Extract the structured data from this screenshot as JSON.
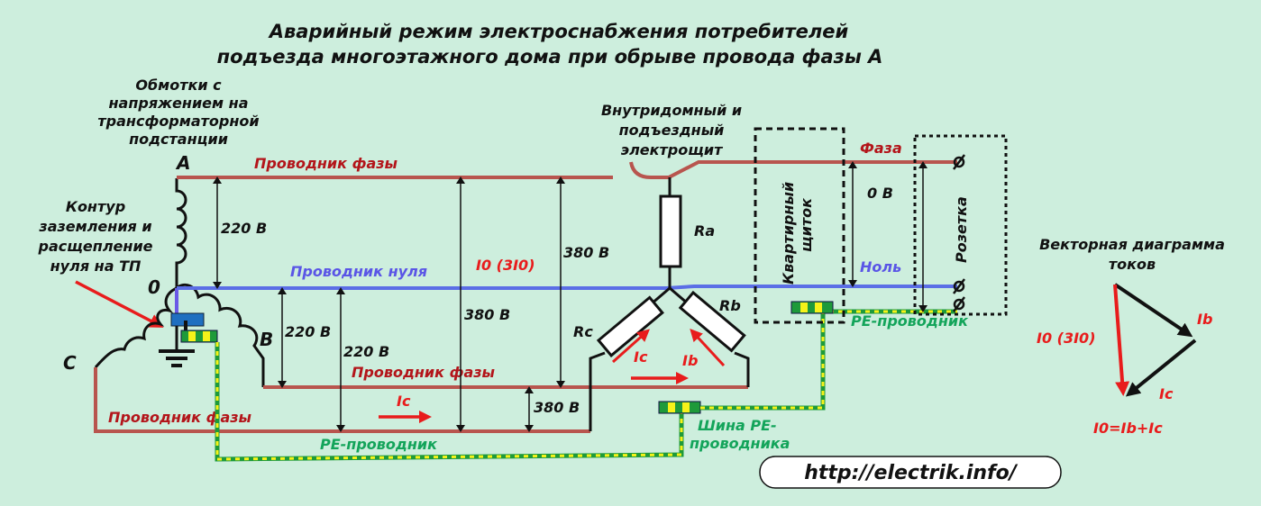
{
  "title": {
    "line1": "Аварийный режим электроснабжения потребителей",
    "line2": "подъезда многоэтажного дома при обрыве провода фазы А"
  },
  "labels": {
    "windings": [
      "Обмотки с",
      "напряжением на",
      "трансформаторной",
      "подстанции"
    ],
    "grounding": [
      "Контур",
      "заземления и",
      "расщепление",
      "нуля на ТП"
    ],
    "phase_a": "A",
    "phase_b": "B",
    "phase_c": "C",
    "neutral_point": "0",
    "conductor_phase_top": "Проводник фазы",
    "conductor_neutral": "Проводник нуля",
    "conductor_phase_mid": "Проводник фазы",
    "conductor_phase_bottom": "Проводник фазы",
    "pe_conductor_bottom": "PE-проводник",
    "pe_conductor_right": "PE-проводник",
    "pe_bus": [
      "Шина PE-",
      "проводника"
    ],
    "switchboard": [
      "Внутридомный и",
      "подъездный",
      "электрощит"
    ],
    "apartment_panel": [
      "Квартирный",
      "щиток"
    ],
    "socket": "Розетка",
    "faza": "Фаза",
    "nol": "Ноль",
    "ra": "Ra",
    "rb": "Rb",
    "rc": "Rc",
    "current_ic": "Ic",
    "current_ib": "Ib",
    "current_i0": "I0 (3I0)"
  },
  "voltages": {
    "a_to_n": "220 В",
    "b_to_n": "220 В",
    "c_to_n": "220 В",
    "a_to_c": "380 В",
    "a_to_b": "380 В",
    "b_to_c": "380 В",
    "socket": "0 В"
  },
  "vector_diagram": {
    "title": [
      "Векторная диаграмма",
      "токов"
    ],
    "ib": "Ib",
    "ic": "Ic",
    "i0": "I0 (3I0)",
    "formula": "I0=Ib+Ic"
  },
  "colors": {
    "phase": "#b8554e",
    "neutral": "#5b6ee6",
    "pe_green": "#1e9a3a",
    "pe_yellow": "#f6f21a",
    "current": "#e81c1c",
    "background": "#cdeedd"
  },
  "watermark": "http://electrik.info/"
}
